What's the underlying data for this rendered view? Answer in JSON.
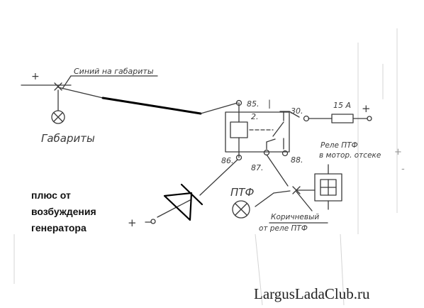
{
  "labels": {
    "wire_blue": "Синий на габариты",
    "side_lights": "Габариты",
    "pin_85": "85.",
    "pin_30": "30.",
    "pin_86": "86.",
    "pin_87": "87.",
    "pin_88": "88.",
    "relay_number": "2.",
    "fuse": "15 А",
    "fog_lamps": "ПТФ",
    "relay_line1": "Реле ПТФ",
    "relay_line2": "в мотор. отсеке",
    "brown_line1": "Коричневый",
    "brown_line2": "от реле ПТФ",
    "plus_1": "+",
    "plus_2": "+",
    "plus_3": "+",
    "plus_4": "+",
    "minus": "-",
    "relay_top_mark": "|"
  },
  "note": {
    "line1": "плюс от",
    "line2": "возбуждения",
    "line3": "генератора"
  },
  "watermark": "LargusLadaClub.ru"
}
